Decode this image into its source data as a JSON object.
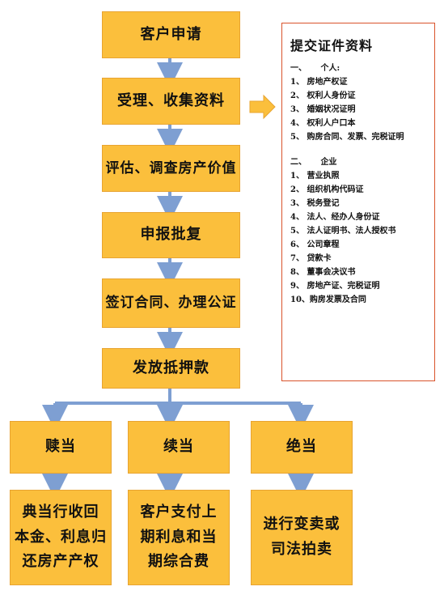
{
  "flow": {
    "step1": "客户申请",
    "step2": "受理、收集资料",
    "step3": "评估、调查房产价值",
    "step4": "申报批复",
    "step5": "签订合同、办理公证",
    "step6": "发放抵押款",
    "branch_left": "赎当",
    "branch_mid": "续当",
    "branch_right": "绝当",
    "out_left": [
      "典当行收回",
      "本金、利息归",
      "还房产产权"
    ],
    "out_mid": [
      "客户支付上",
      "期利息和当",
      "期综合费"
    ],
    "out_right": [
      "进行变卖或",
      "司法拍卖"
    ]
  },
  "documents": {
    "title": "提交证件资料",
    "personal": {
      "number": "一、",
      "label": "个人:",
      "items": [
        "1、 房地产权证",
        "2、 权利人身份证",
        "3、 婚姻状况证明",
        "4、 权利人户口本",
        "5、 购房合同、发票、完税证明"
      ]
    },
    "business": {
      "number": "二、",
      "label": "企业",
      "items": [
        "1、 营业执照",
        "2、 组织机构代码证",
        "3、 税务登记",
        "4、 法人、经办人身份证",
        "5、 法人证明书、法人授权书",
        "6、 公司章程",
        "7、 贷款卡",
        "8、 董事会决议书",
        "9、 房地产证、完税证明",
        "10、购房发票及合同"
      ]
    }
  },
  "colors": {
    "box_fill": "#fbbf3c",
    "box_border": "#e8a431",
    "connector": "#7e9fd2",
    "doc_border": "#d9532b",
    "arrow_fill": "#fbbf3c"
  }
}
